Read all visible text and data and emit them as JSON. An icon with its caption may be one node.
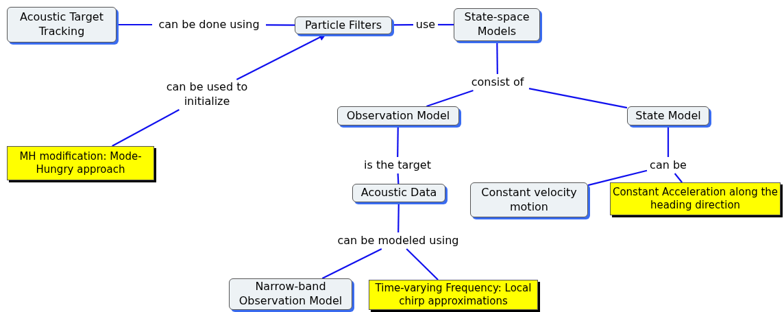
{
  "diagram": {
    "nodes": [
      {
        "text": [
          "Acoustic Target Tracking"
        ]
      },
      {
        "text": [
          "can be done using"
        ]
      },
      {
        "text": [
          "Particle Filters"
        ]
      },
      {
        "text": [
          "use"
        ]
      },
      {
        "text": [
          "State-space Models"
        ]
      },
      {
        "text": [
          "consist of"
        ]
      },
      {
        "text": [
          "can be used to initialize"
        ]
      },
      {
        "text": [
          "Observation Model"
        ]
      },
      {
        "text": [
          "State Model"
        ]
      },
      {
        "text": [
          "MH modification: Mode-Hungry approach"
        ]
      },
      {
        "text": [
          "is the target"
        ]
      },
      {
        "text": [
          "can be"
        ]
      },
      {
        "text": [
          "Acoustic Data"
        ]
      },
      {
        "text": [
          "Constant velocity motion"
        ]
      },
      {
        "text": [
          "Constant Acceleration along the heading direction"
        ]
      },
      {
        "text": [
          "can be modeled using"
        ]
      },
      {
        "text": [
          "Narrow-band Observation Model"
        ]
      },
      {
        "text": [
          "Time-varying Frequency: Local chirp approximations"
        ]
      }
    ],
    "edges": [
      {
        "from": 0,
        "to": 1,
        "arrow": "none"
      },
      {
        "from": 1,
        "to": 2,
        "arrow": "none"
      },
      {
        "from": 2,
        "to": 3,
        "arrow": "none"
      },
      {
        "from": 3,
        "to": 4,
        "arrow": "none"
      },
      {
        "from": 4,
        "to": 5,
        "arrow": "none"
      },
      {
        "from": 5,
        "to": 7,
        "arrow": "none"
      },
      {
        "from": 5,
        "to": 8,
        "arrow": "none"
      },
      {
        "from": 9,
        "to": 6,
        "arrow": "none"
      },
      {
        "from": 6,
        "to": 2,
        "arrow": "to"
      },
      {
        "from": 7,
        "to": 10,
        "arrow": "none"
      },
      {
        "from": 10,
        "to": 12,
        "arrow": "none"
      },
      {
        "from": 8,
        "to": 11,
        "arrow": "none"
      },
      {
        "from": 11,
        "to": 13,
        "arrow": "none"
      },
      {
        "from": 11,
        "to": 14,
        "arrow": "none"
      },
      {
        "from": 12,
        "to": 15,
        "arrow": "none"
      },
      {
        "from": 15,
        "to": 16,
        "arrow": "none"
      },
      {
        "from": 15,
        "to": 17,
        "arrow": "none"
      }
    ]
  }
}
